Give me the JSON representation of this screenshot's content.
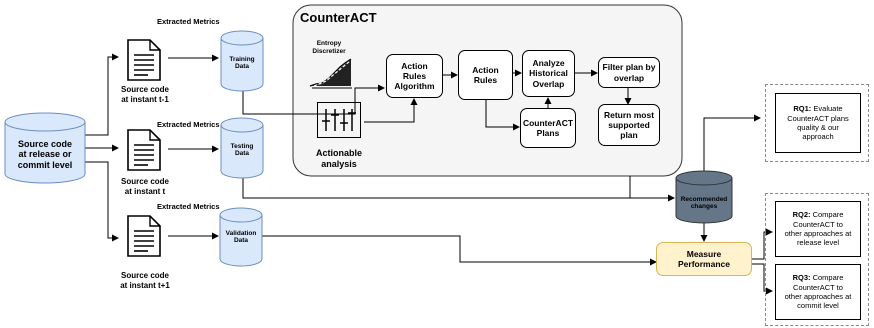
{
  "source": {
    "label": "Source code\nat release or\ncommit level"
  },
  "branches": [
    {
      "metrics_label": "Extracted Metrics",
      "doc_caption": "Source code\nat instant t-1",
      "data_label": "Training\nData"
    },
    {
      "metrics_label": "Extracted Metrics",
      "doc_caption": "Source code\nat instant t",
      "data_label": "Testing\nData"
    },
    {
      "metrics_label": "Extracted Metrics",
      "doc_caption": "Source code\nat instant t+1",
      "data_label": "Validation\nData"
    }
  ],
  "counteract": {
    "title": "CounterACT",
    "entropy_label": "Entropy\nDiscretizer",
    "actionable_label": "Actionable\nanalysis",
    "action_rules_algorithm": "Action Rules\nAlgorithm",
    "action_rules": "Action\nRules",
    "analyze_historical_overlap": "Analyze\nHistorical\nOverlap",
    "counteract_plans": "CounterACT\nPlans",
    "filter_plan": "Filter plan by\noverlap",
    "return_plan": "Return most\nsupported\nplan"
  },
  "recommended_changes": "Recommended\nchanges",
  "measure_performance": "Measure\nPerformance",
  "rqs": [
    {
      "id": "RQ1:",
      "text": " Evaluate\nCounterACT plans\nquality & our\napproach"
    },
    {
      "id": "RQ2:",
      "text": " Compare\nCounterACT to\nother approaches at\nrelease level"
    },
    {
      "id": "RQ3:",
      "text": " Compare\nCounterACT to\nother approaches at\ncommit level"
    }
  ],
  "colors": {
    "cylinder_fill": "#dae8fc",
    "cylinder_stroke": "#6c8ebf",
    "panel_fill": "#f5f5f5",
    "measure_fill": "#fff2cc",
    "measure_stroke": "#d6b656",
    "recommended_fill": "#647687"
  }
}
